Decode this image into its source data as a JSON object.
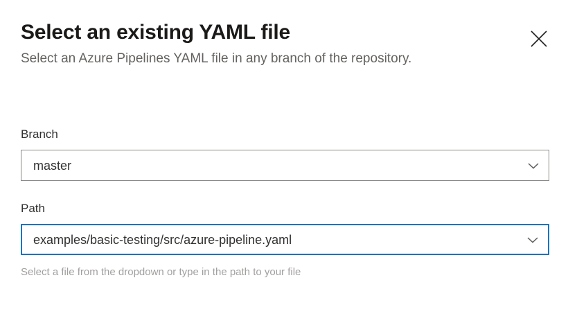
{
  "dialog": {
    "title": "Select an existing YAML file",
    "subtitle": "Select an Azure Pipelines YAML file in any branch of the repository.",
    "close_label": "Close"
  },
  "fields": {
    "branch": {
      "label": "Branch",
      "value": "master",
      "placeholder": "Select a branch",
      "caret_icon": "chevron-down-icon",
      "focused": false
    },
    "path": {
      "label": "Path",
      "value": "examples/basic-testing/src/azure-pipeline.yaml",
      "placeholder": "Select a path",
      "caret_icon": "chevron-down-icon",
      "hint": "Select a file from the dropdown or type in the path to your file",
      "focused": true
    }
  },
  "icons": {
    "close": "close-icon",
    "chevron": "chevron-down-icon"
  },
  "colors": {
    "background": "#ffffff",
    "title_text": "#1b1a19",
    "subtitle_text": "#64625f",
    "label_text": "#323130",
    "value_text": "#323130",
    "hint_text": "#a19f9d",
    "border_rest": "#8a8886",
    "border_focus": "#0a74c4",
    "icon_gray": "#605e5c",
    "close_icon": "#201f1e"
  }
}
